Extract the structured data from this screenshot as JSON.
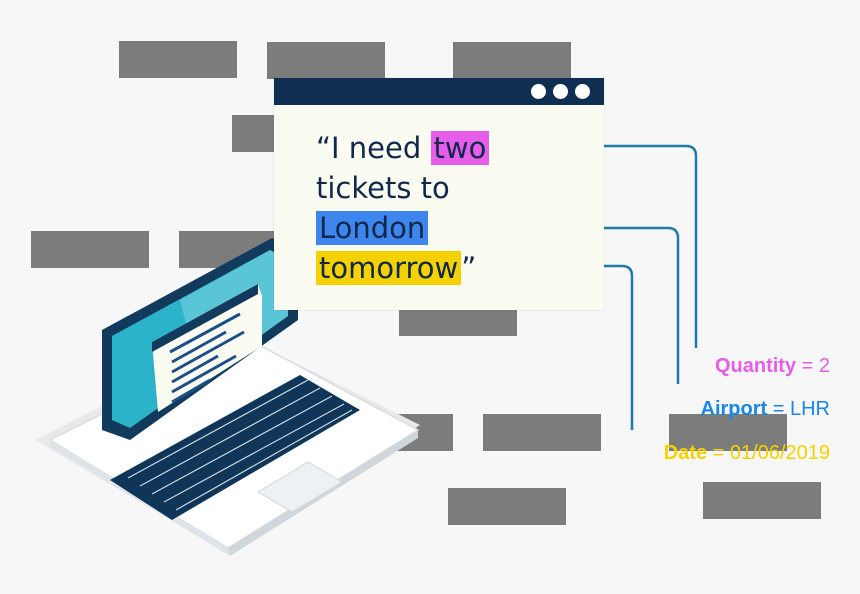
{
  "quote": {
    "open": "“I need ",
    "word_quantity": "two",
    "line2": "tickets to",
    "word_airport": "London",
    "word_date": "tomorrow",
    "close": "”"
  },
  "entities": [
    {
      "key": "Quantity",
      "eq": " = ",
      "value": "2",
      "color": "#e75ce8"
    },
    {
      "key": "Airport",
      "eq": " = ",
      "value": "LHR",
      "color": "#1a86e8"
    },
    {
      "key": "Date",
      "eq": " = ",
      "value": "01/06/2019",
      "color": "#f6d100"
    }
  ],
  "colors": {
    "window_bar": "#0e2f52",
    "connector": "#1d7da8",
    "laptop_screen": "#2ab3c9",
    "placeholder_block": "#7c7c7c"
  },
  "icons": [
    "window-dot-icon",
    "laptop-icon",
    "code-lines-icon"
  ]
}
